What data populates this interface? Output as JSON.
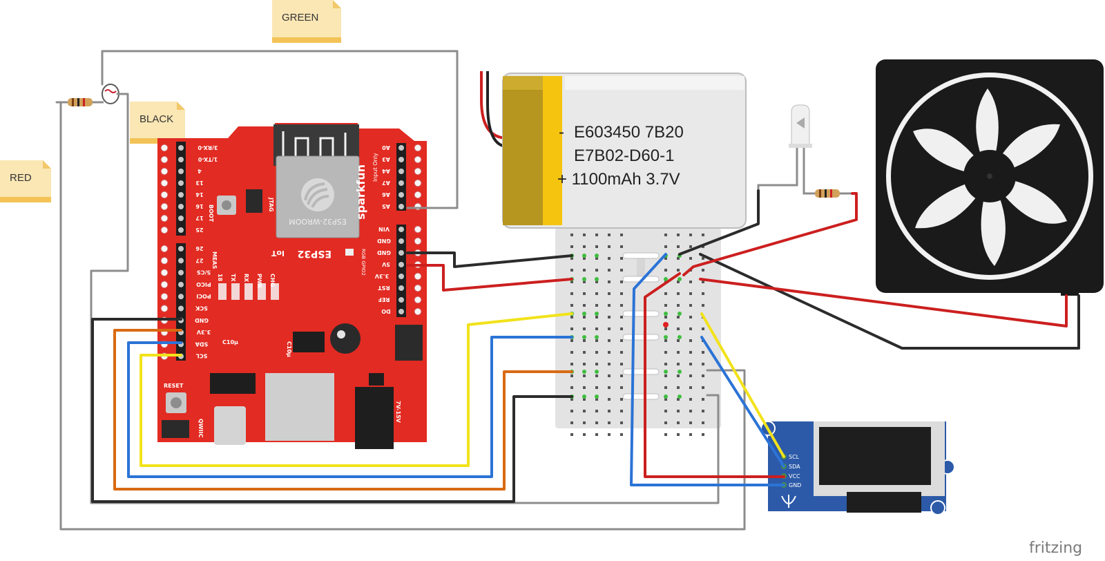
{
  "notes": [
    {
      "id": "green",
      "text": "GREEN"
    },
    {
      "id": "black",
      "text": "BLACK"
    },
    {
      "id": "red",
      "text": "RED"
    }
  ],
  "battery": {
    "line1": "E603450 7B20",
    "line2": "E7B02-D60-1",
    "line3": "+ 1100mAh 3.7V",
    "minus_mark": "-"
  },
  "esp32_board": {
    "module_label": "ESP32-WROOM",
    "brand": "sparkfun",
    "title": "ESP32",
    "iot": "IoT",
    "input_only": "Input Only",
    "rgb": "RGB GPIO2",
    "left_top_pins": [
      "3/RX-0",
      "1/TX-0",
      "4",
      "13",
      "14",
      "16",
      "17",
      "25"
    ],
    "left_bottom_pins": [
      "26",
      "27",
      "5/CS",
      "PICO",
      "POCI",
      "SCK",
      "GND",
      "3.3V",
      "SDA",
      "SCL"
    ],
    "right_top_pins": [
      "A0",
      "A3",
      "A4",
      "A7",
      "A6",
      "A5"
    ],
    "right_bottom_pins": [
      "VIN",
      "GND",
      "GND",
      "5V",
      "3.3V",
      "RST",
      "REF",
      "DO"
    ],
    "labels": {
      "boot": "BOOT",
      "jtag": "JTAG",
      "reset": "RESET",
      "qwiic": "QWIIC",
      "meas": "MEAS",
      "led18": "18",
      "tx": "TX",
      "rx": "RX",
      "pwr": "PWR",
      "chg": "CHG",
      "power_in": "7V-15V",
      "c10": "C10µ",
      "c10b": "C10µ"
    }
  },
  "oled": {
    "pins": [
      "SCL",
      "SDA",
      "VCC",
      "GND"
    ]
  },
  "watermark": "fritzing",
  "colors": {
    "wire_gray": "#8c8c8c",
    "wire_black": "#2b2b2b",
    "wire_red": "#cc1f1f",
    "wire_yellow": "#f2e21b",
    "wire_blue": "#2b73d6",
    "wire_orange": "#d96a12",
    "board_red": "#e22b22",
    "note_yellow": "#fbe7b4",
    "oled_blue": "#2c5aa8"
  }
}
